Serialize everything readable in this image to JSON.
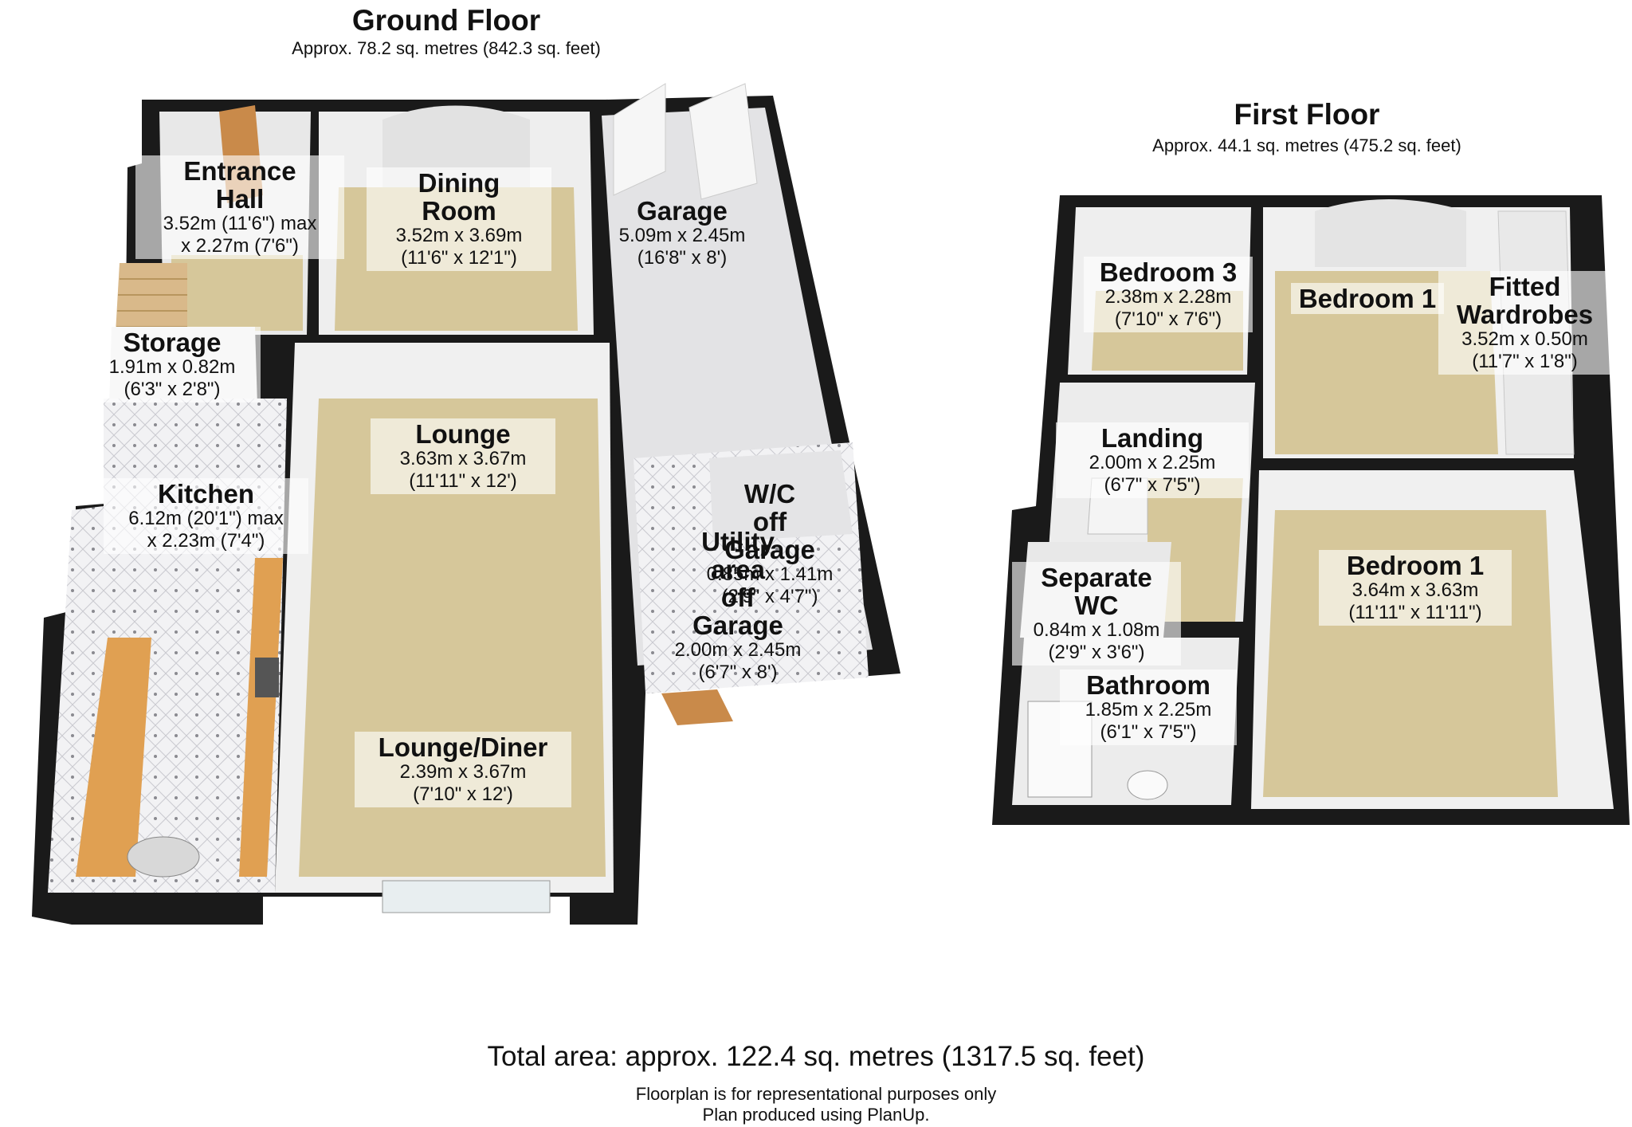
{
  "ground_floor": {
    "title": "Ground Floor",
    "area": "Approx. 78.2 sq. metres (842.3 sq. feet)",
    "rooms": {
      "entrance_hall": {
        "name": "Entrance\nHall",
        "dims": "3.52m (11'6\") max\nx 2.27m (7'6\")"
      },
      "dining_room": {
        "name": "Dining\nRoom",
        "dims": "3.52m x 3.69m\n(11'6\" x 12'1\")"
      },
      "garage": {
        "name": "Garage",
        "dims": "5.09m x 2.45m\n(16'8\" x 8')"
      },
      "storage": {
        "name": "Storage",
        "dims": "1.91m x 0.82m\n(6'3\" x 2'8\")"
      },
      "lounge": {
        "name": "Lounge",
        "dims": "3.63m x 3.67m\n(11'11\" x 12')"
      },
      "kitchen": {
        "name": "Kitchen",
        "dims": "6.12m (20'1\") max\nx 2.23m (7'4\")"
      },
      "wc_off_garage": {
        "name": "W/C\noff\nGarage",
        "dims": "0.85m x 1.41m\n(2'9\" x 4'7\")"
      },
      "utility": {
        "name": "Utility\narea\noff\nGarage",
        "dims": "2.00m x 2.45m\n(6'7\" x 8')"
      },
      "lounge_diner": {
        "name": "Lounge/Diner",
        "dims": "2.39m x 3.67m\n(7'10\" x 12')"
      }
    }
  },
  "first_floor": {
    "title": "First Floor",
    "area": "Approx. 44.1 sq. metres (475.2 sq. feet)",
    "rooms": {
      "bedroom3": {
        "name": "Bedroom 3",
        "dims": "2.38m x 2.28m\n(7'10\" x 7'6\")"
      },
      "bedroom_top": {
        "name": "Bedroom 1"
      },
      "wardrobes": {
        "name": "Fitted\nWardrobes",
        "dims": "3.52m x 0.50m\n(11'7\" x 1'8\")"
      },
      "landing": {
        "name": "Landing",
        "dims": "2.00m x 2.25m\n(6'7\" x 7'5\")"
      },
      "bedroom1": {
        "name": "Bedroom 1",
        "dims": "3.64m x 3.63m\n(11'11\" x 11'11\")"
      },
      "separate_wc": {
        "name": "Separate\nWC",
        "dims": "0.84m x 1.08m\n(2'9\" x 3'6\")"
      },
      "bathroom": {
        "name": "Bathroom",
        "dims": "1.85m x 2.25m\n(6'1\" x 7'5\")"
      }
    }
  },
  "footer": {
    "total": "Total area: approx. 122.4 sq. metres (1317.5 sq. feet)",
    "disclaimer1": "Floorplan is for representational purposes only",
    "disclaimer2": "Plan produced using PlanUp."
  },
  "colors": {
    "carpet": "#d6c79a",
    "wall": "#111111",
    "floor_grey": "#e6e6e8",
    "tile": "#f1f1f3",
    "worktop": "#e0a052",
    "door": "#c98a4a"
  }
}
